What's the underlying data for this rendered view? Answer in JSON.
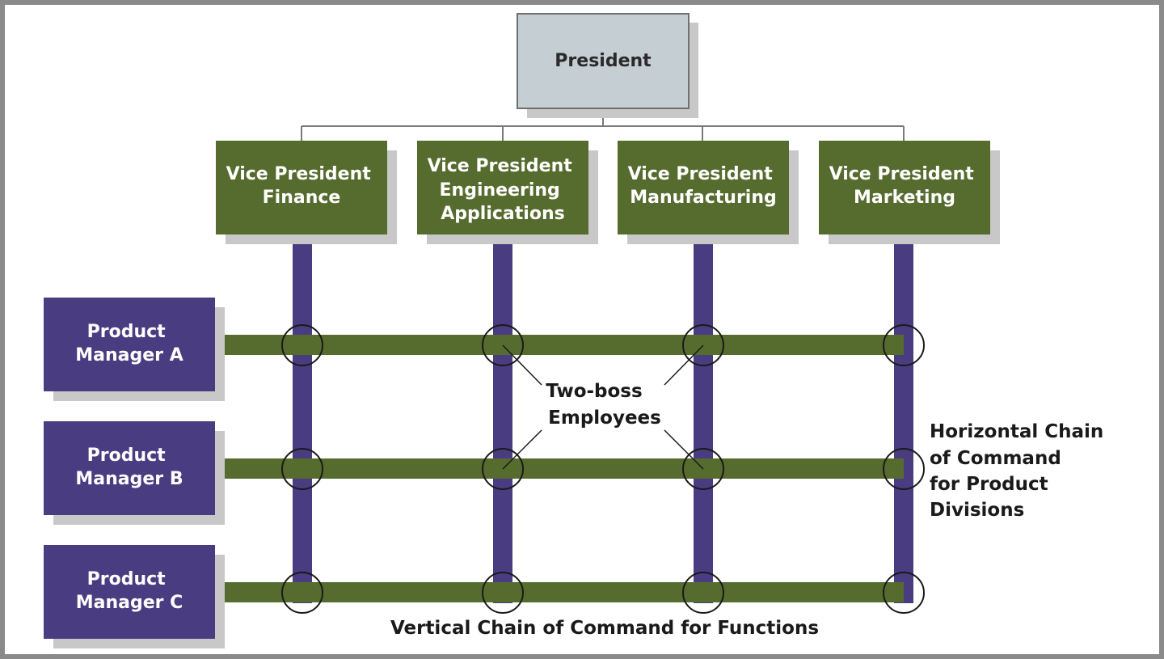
{
  "president": {
    "label": "President"
  },
  "vice_presidents": [
    {
      "lines": [
        "Vice President",
        "Finance"
      ]
    },
    {
      "lines": [
        "Vice President",
        "Engineering",
        "Applications"
      ]
    },
    {
      "lines": [
        "Vice President",
        "Manufacturing"
      ]
    },
    {
      "lines": [
        "Vice President",
        "Marketing"
      ]
    }
  ],
  "product_managers": [
    {
      "lines": [
        "Product",
        "Manager A"
      ]
    },
    {
      "lines": [
        "Product",
        "Manager B"
      ]
    },
    {
      "lines": [
        "Product",
        "Manager C"
      ]
    }
  ],
  "annotations": {
    "two_boss": [
      "Two-boss",
      "Employees"
    ],
    "horizontal_chain": [
      "Horizontal Chain",
      "of Command",
      "for Product",
      "Divisions"
    ],
    "vertical_chain": "Vertical Chain of Command for Functions"
  },
  "colors": {
    "president_fill": "#c5ced3",
    "vp_fill": "#566b2e",
    "pm_fill": "#4a3c80",
    "vertical_bar": "#4a3c80",
    "horizontal_bar": "#566b2e",
    "shadow": "#c8c8c8",
    "frame": "#8a8a8a"
  }
}
